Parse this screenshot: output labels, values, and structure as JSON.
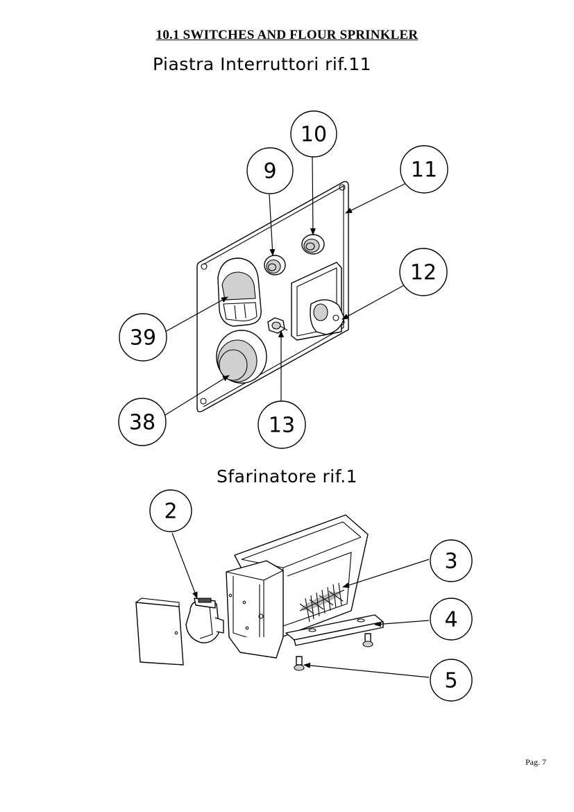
{
  "section_title": "10.1  SWITCHES AND FLOUR SPRINKLER",
  "switch_plate_title": "Piastra Interruttori  rif.11",
  "sprinkler_title": "Sfarinatore   rif.1",
  "switch_plate_callouts": [
    "10",
    "9",
    "11",
    "12",
    "39",
    "38",
    "13"
  ],
  "sprinkler_callouts": [
    "2",
    "3",
    "4",
    "5"
  ],
  "page_number": "Pag. 7"
}
